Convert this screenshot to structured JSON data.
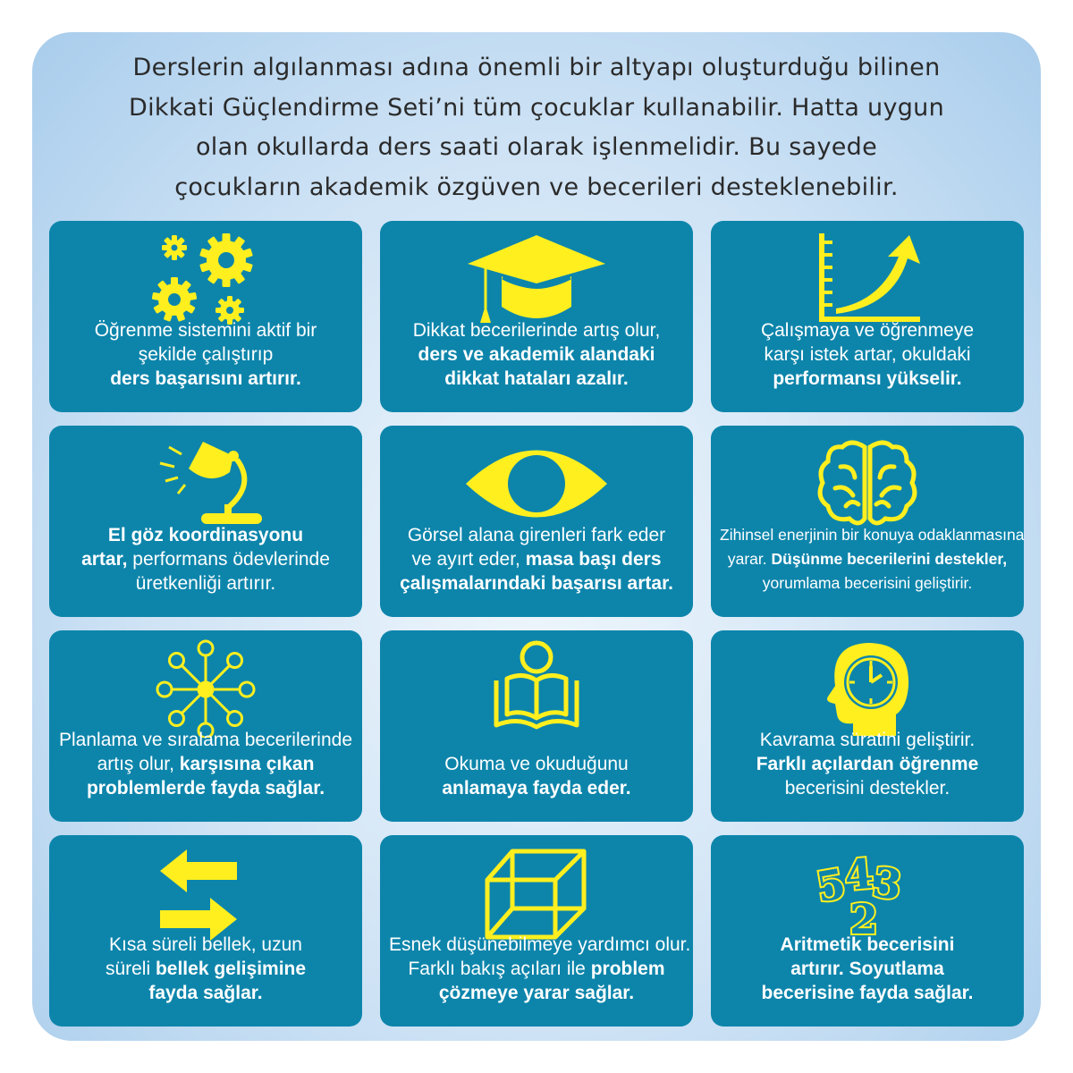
{
  "intro": {
    "lines": [
      "Derslerin algılanması adına önemli bir altyapı oluşturduğu bilinen",
      "Dikkati Güçlendirme Seti’ni tüm çocuklar kullanabilir. Hatta uygun",
      "olan okullarda ders saati olarak işlenmelidir. Bu sayede",
      "çocukların akademik özgüven ve becerileri desteklenebilir."
    ]
  },
  "colors": {
    "card": "#0d85ab",
    "icon": "#ffef1f",
    "text": "#ffffff",
    "intro_text": "#2a2a2a"
  },
  "cards": [
    {
      "icon": "gears-icon",
      "lines": [
        {
          "t": "Öğrenme sistemini aktif bir"
        },
        {
          "t": "şekilde çalıştırıp"
        },
        {
          "b": "ders başarısını artırır."
        }
      ]
    },
    {
      "icon": "graduation-cap-icon",
      "lines": [
        {
          "t": "Dikkat becerilerinde artış olur,"
        },
        {
          "b": "ders ve akademik alandaki"
        },
        {
          "b": "dikkat hataları azalır."
        }
      ]
    },
    {
      "icon": "growth-chart-icon",
      "lines": [
        {
          "t": "Çalışmaya ve öğrenmeye"
        },
        {
          "t": "karşı istek artar, okuldaki"
        },
        {
          "b": "performansı yükselir."
        }
      ]
    },
    {
      "icon": "desk-lamp-icon",
      "lines": [
        {
          "b": "El göz koordinasyonu"
        },
        {
          "b": "artar,",
          "t": " performans ödevlerinde"
        },
        {
          "t": "üretkenliği artırır."
        }
      ]
    },
    {
      "icon": "eye-icon",
      "lines": [
        {
          "t": "Görsel alana girenleri fark eder"
        },
        {
          "t": "ve ayırt eder, ",
          "b": "masa başı ders"
        },
        {
          "b": "çalışmalarındaki başarısı artar."
        }
      ]
    },
    {
      "icon": "brain-icon",
      "small": true,
      "lines": [
        {
          "t": "Zihinsel enerjinin bir konuya odaklanmasına"
        },
        {
          "t": "yarar. ",
          "b": "Düşünme becerilerini destekler,"
        },
        {
          "t": "yorumlama becerisini geliştirir."
        }
      ]
    },
    {
      "icon": "network-icon",
      "lines": [
        {
          "t": "Planlama ve sıralama becerilerinde"
        },
        {
          "t": "artış olur, ",
          "b": "karşısına çıkan"
        },
        {
          "b": "problemlerde fayda sağlar."
        }
      ]
    },
    {
      "icon": "reader-icon",
      "lines": [
        {
          "t": "Okuma ve okuduğunu"
        },
        {
          "b": "anlamaya fayda eder."
        }
      ]
    },
    {
      "icon": "head-clock-icon",
      "lines": [
        {
          "t": "Kavrama süratini geliştirir."
        },
        {
          "b": "Farklı açılardan öğrenme"
        },
        {
          "t": "becerisini destekler."
        }
      ]
    },
    {
      "icon": "swap-arrows-icon",
      "lines": [
        {
          "t": "Kısa süreli bellek, uzun"
        },
        {
          "t": "süreli ",
          "b": "bellek gelişimine"
        },
        {
          "b": "fayda sağlar."
        }
      ]
    },
    {
      "icon": "wire-cube-icon",
      "lines": [
        {
          "t": "Esnek düşünebilmeye yardımcı olur."
        },
        {
          "t": "Farklı bakış açıları ile ",
          "b": "problem"
        },
        {
          "b": "çözmeye yarar sağlar."
        }
      ]
    },
    {
      "icon": "numbers-icon",
      "numerals": [
        "5",
        "4",
        "3",
        "2"
      ],
      "lines": [
        {
          "b": "Aritmetik becerisini"
        },
        {
          "b": "artırır. Soyutlama"
        },
        {
          "b": "becerisine fayda sağlar."
        }
      ]
    }
  ]
}
